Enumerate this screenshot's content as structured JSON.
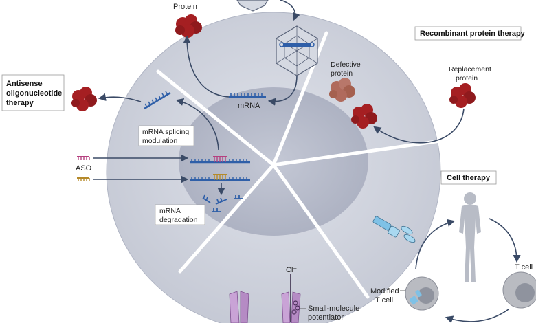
{
  "labels": {
    "protein_top": "Protein",
    "recombinant_therapy": "Recombinant protein therapy",
    "defective_protein_1": "Defective",
    "defective_protein_2": "protein",
    "replacement_protein_1": "Replacement",
    "replacement_protein_2": "protein",
    "antisense_1": "Antisense",
    "antisense_2": "oligonucleotide",
    "antisense_3": "therapy",
    "mrna": "mRNA",
    "splicing_1": "mRNA splicing",
    "splicing_2": "modulation",
    "aso": "ASO",
    "degradation_1": "mRNA",
    "degradation_2": "degradation",
    "cell_therapy": "Cell therapy",
    "t_cell": "T cell",
    "modified_t_cell_1": "Modified",
    "modified_t_cell_2": "T cell",
    "chloride": "Cl⁻",
    "potentiator_1": "Small-molecule",
    "potentiator_2": "potentiator"
  },
  "colors": {
    "cytoplasm": "#c9cdd9",
    "nucleus": "#b4b9c9",
    "protein": "#a51f22",
    "defective_protein": "#b06a5c",
    "mrna_blue": "#2f5fa8",
    "arrow": "#3a4a66",
    "aso_pink": "#b5407f",
    "aso_gold": "#b58a2a",
    "channel": "#b58bc4",
    "t_cell": "#b9bbc1",
    "person": "#b8bcc6"
  }
}
